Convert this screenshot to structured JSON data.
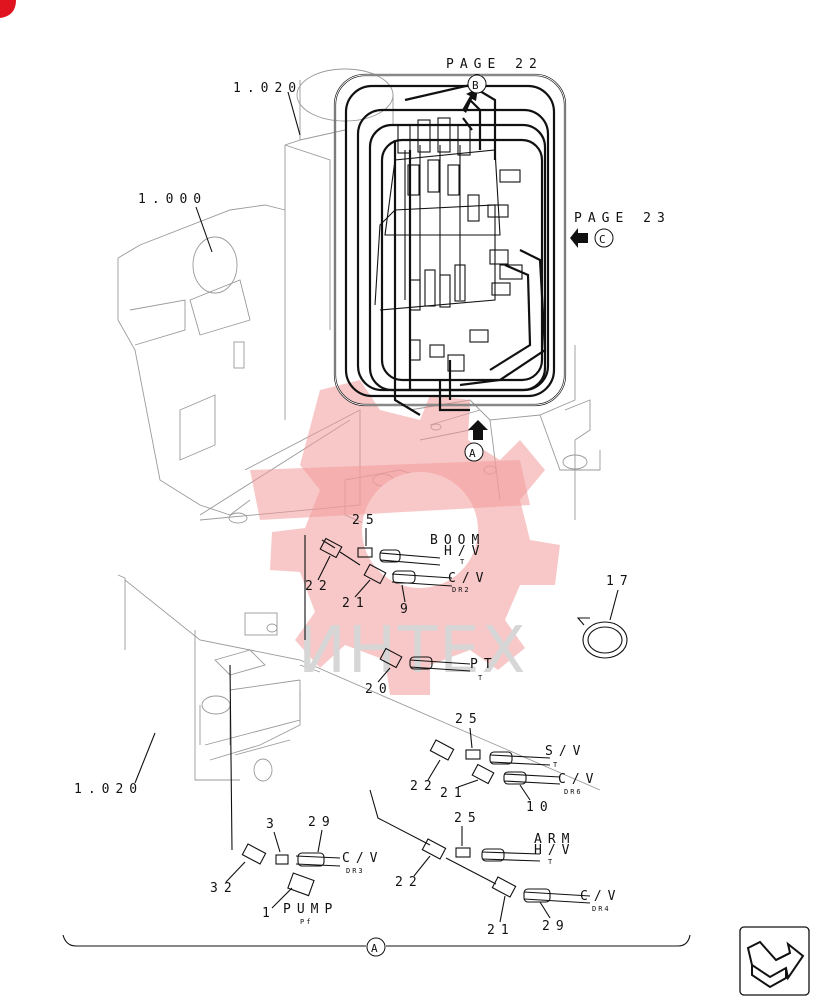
{
  "colors": {
    "line": "#111111",
    "light_line": "#9a9a9a",
    "watermark_red": "#f29a9a",
    "corner_mark": "#e0141e"
  },
  "page_refs": {
    "page22": {
      "label": "PAGE 22",
      "circle": "B"
    },
    "page23": {
      "label": "PAGE 23",
      "circle": "C"
    },
    "view_a": {
      "circle": "A"
    },
    "bottom_a": {
      "circle": "A"
    }
  },
  "part_refs": {
    "r1020_top": "1.020",
    "r1000": "1.000",
    "r1020_bottom": "1.020"
  },
  "callouts": {
    "c25a": "25",
    "c22a": "22",
    "c21a": "21",
    "c9": "9",
    "c17": "17",
    "c20": "20",
    "c25b": "25",
    "c22b": "22",
    "c21b": "21",
    "c10": "10",
    "c3": "3",
    "c29a": "29",
    "c32": "32",
    "c1": "1",
    "c25c": "25",
    "c22c": "22",
    "c21c": "21",
    "c29b": "29"
  },
  "port_labels": {
    "boom": {
      "line1": "BOOM",
      "line2": "H/V",
      "sub": "T"
    },
    "cv_dr2": {
      "main": "C/V",
      "sub": "DR2"
    },
    "pt": {
      "main": "PT",
      "sub": "T"
    },
    "sv": {
      "main": "S/V",
      "sub": "T"
    },
    "cv_dr6": {
      "main": "C/V",
      "sub": "DR6"
    },
    "cv_dr3": {
      "main": "C/V",
      "sub": "DR3"
    },
    "pump": {
      "main": "PUMP",
      "sub": "Pf"
    },
    "arm": {
      "line1": "ARM",
      "line2": "H/V",
      "sub": "T"
    },
    "cv_dr4": {
      "main": "C/V",
      "sub": "DR4"
    }
  },
  "watermark": {
    "text": "ИНТЕХ"
  },
  "icons": {
    "nav": "next-page-arrow-icon",
    "corner": "corner-marker-icon"
  }
}
